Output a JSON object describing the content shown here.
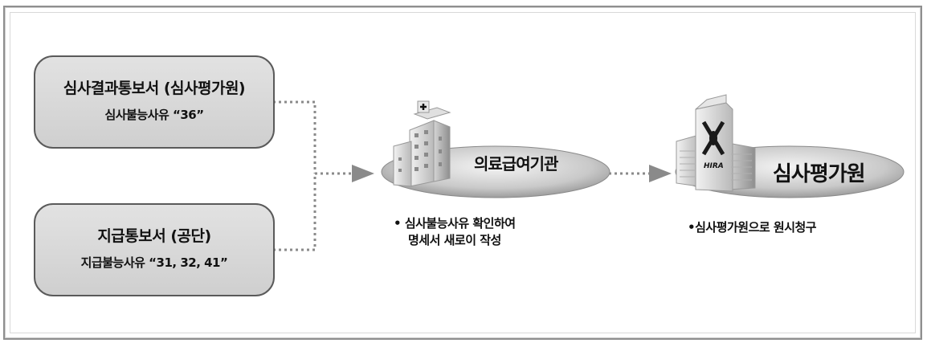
{
  "source_boxes": [
    {
      "title": "심사결과통보서 (심사평가원)",
      "subtitle": "심사불능사유 “36”"
    },
    {
      "title": "지급통보서 (공단)",
      "subtitle": "지급불능사유 “31, 32, 41”"
    }
  ],
  "medical_institution": {
    "label": "의료급여기관",
    "icon": "hospital-building-icon",
    "note_bullet": "•",
    "note_line1": "심사불능사유 확인하여",
    "note_line2": "명세서 새로이 작성"
  },
  "hira": {
    "label": "심사평가원",
    "icon": "hira-building-icon",
    "logo_text": "HIRA",
    "note": "•심사평가원으로 원시청구"
  },
  "colors": {
    "box_fill": "#d8d8d8",
    "border": "#5a5a5a",
    "arrow": "#8a8a8a",
    "dots": "#8a8a8a"
  }
}
